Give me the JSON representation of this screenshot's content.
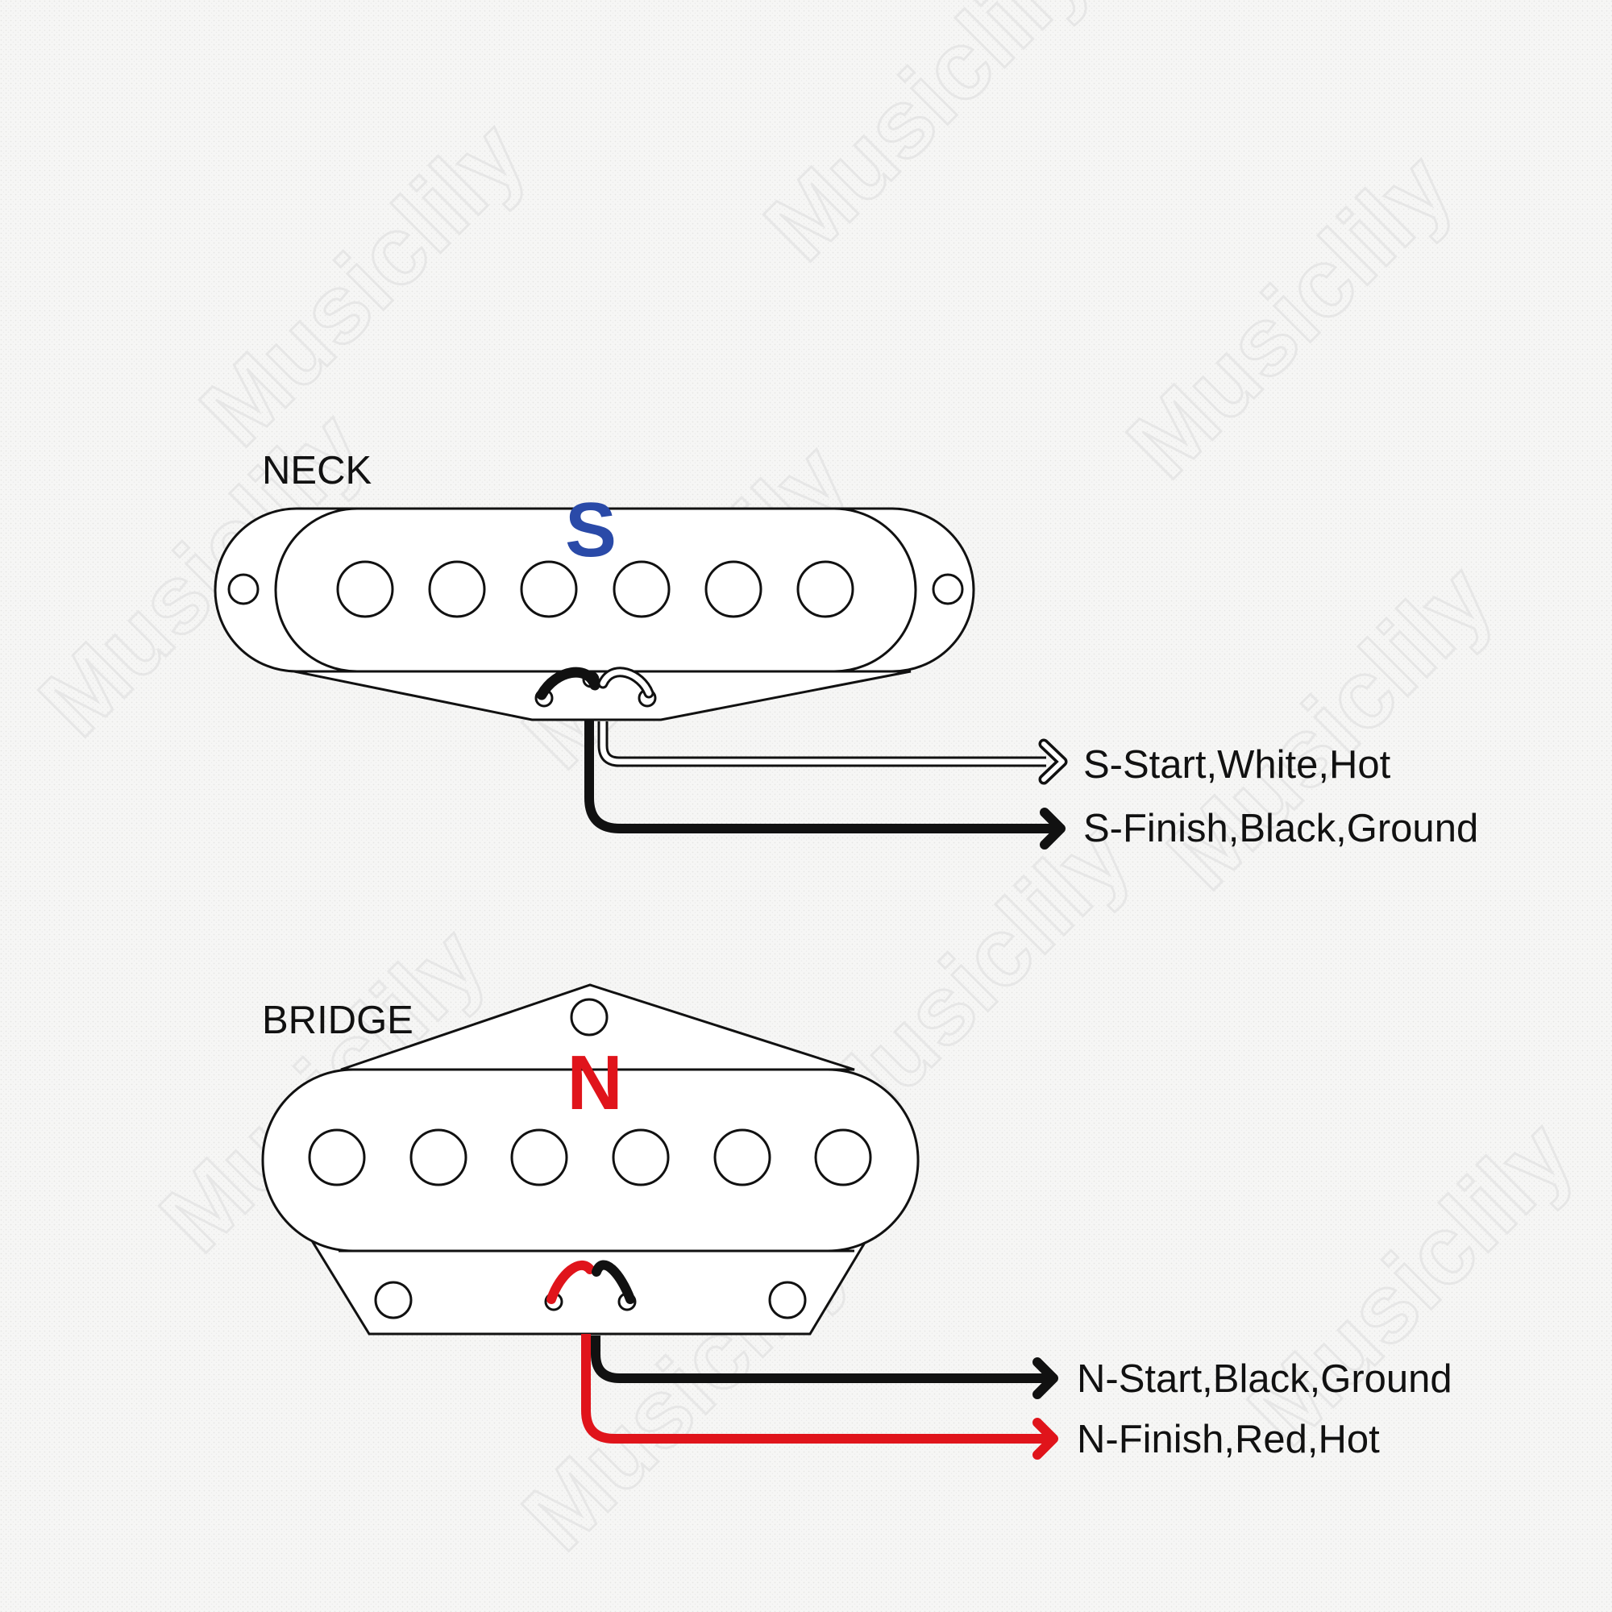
{
  "watermark": "Musiclily",
  "neck": {
    "title": "NECK",
    "polarity_letter": "S",
    "polarity_color": "#2a4aa8",
    "wires": [
      {
        "label": "S-Start,White,Hot",
        "color": "#ffffff"
      },
      {
        "label": "S-Finish,Black,Ground",
        "color": "#111111"
      }
    ]
  },
  "bridge": {
    "title": "BRIDGE",
    "polarity_letter": "N",
    "polarity_color": "#e0141b",
    "wires": [
      {
        "label": "N-Start,Black,Ground",
        "color": "#111111"
      },
      {
        "label": "N-Finish,Red,Hot",
        "color": "#e0141b"
      }
    ]
  }
}
